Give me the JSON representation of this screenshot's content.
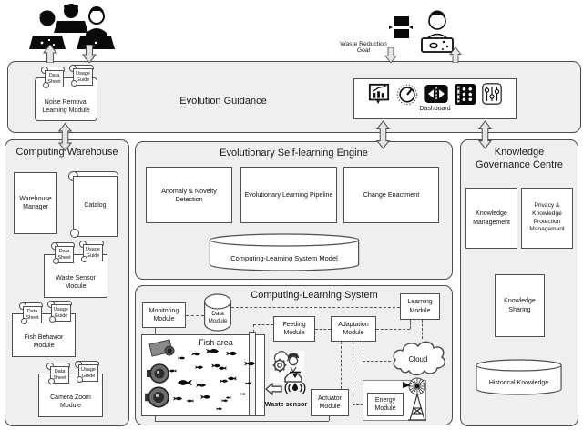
{
  "top": {
    "waste_reduction_goal_label": "Waste Reduction Goal"
  },
  "evolution_guidance": {
    "title": "Evolution Guidance",
    "noise_removal_module": {
      "label": "Noise Removal\nLearning Module",
      "data_sheet": "Data\nSheet",
      "usage_guide": "Usage\nGuide"
    },
    "dashboard": {
      "label": "Dashboard"
    }
  },
  "computing_warehouse": {
    "title": "Computing Warehouse",
    "warehouse_manager": "Warehouse\nManager",
    "catalog": "Catalog",
    "modules": [
      {
        "label": "Waste Sensor\nModule",
        "data_sheet": "Data\nSheet",
        "usage_guide": "Usage\nGuide"
      },
      {
        "label": "Fish Behavior\nModule",
        "data_sheet": "Data\nSheet",
        "usage_guide": "Usage\nGuide"
      },
      {
        "label": "Camera Zoom\nModule",
        "data_sheet": "Data\nSheet",
        "usage_guide": "Usage\nGuide"
      }
    ]
  },
  "selflearning_engine": {
    "title": "Evolutionary Self-learning Engine",
    "boxes": [
      "Anomaly & Novelty\nDetection",
      "Evolutionary Learning Pipeline",
      "Change Enactment"
    ],
    "model_store": "Computing-Learning System Model"
  },
  "knowledge_governance": {
    "title": "Knowledge\nGovernance Centre",
    "knowledge_management": "Knowledge\nManagement",
    "privacy_management": "Privacy &\nKnowledge\nProtection\nManagement",
    "knowledge_sharing": "Knowledge\nSharing",
    "historical_knowledge": "Historical Knowledge"
  },
  "computing_learning_system": {
    "title": "Computing-Learning System",
    "monitoring_module": "Monitoring\nModule",
    "data_module": "Data\nModule",
    "feeding_module": "Feeding\nModule",
    "adaptation_module": "Adaptation\nModule",
    "learning_module": "Learning\nModule",
    "cloud": "Cloud",
    "fish_area": "Fish area",
    "waste_sensor": "Waste sensor",
    "actuator_module": "Actuator\nModule",
    "energy_module": "Energy\nModule"
  },
  "colors": {
    "panel_bg": "#efefef",
    "box_bg": "#ffffff",
    "border": "#4d4d4d",
    "arrow_fill": "#e4e4e4",
    "ink": "#111111"
  }
}
